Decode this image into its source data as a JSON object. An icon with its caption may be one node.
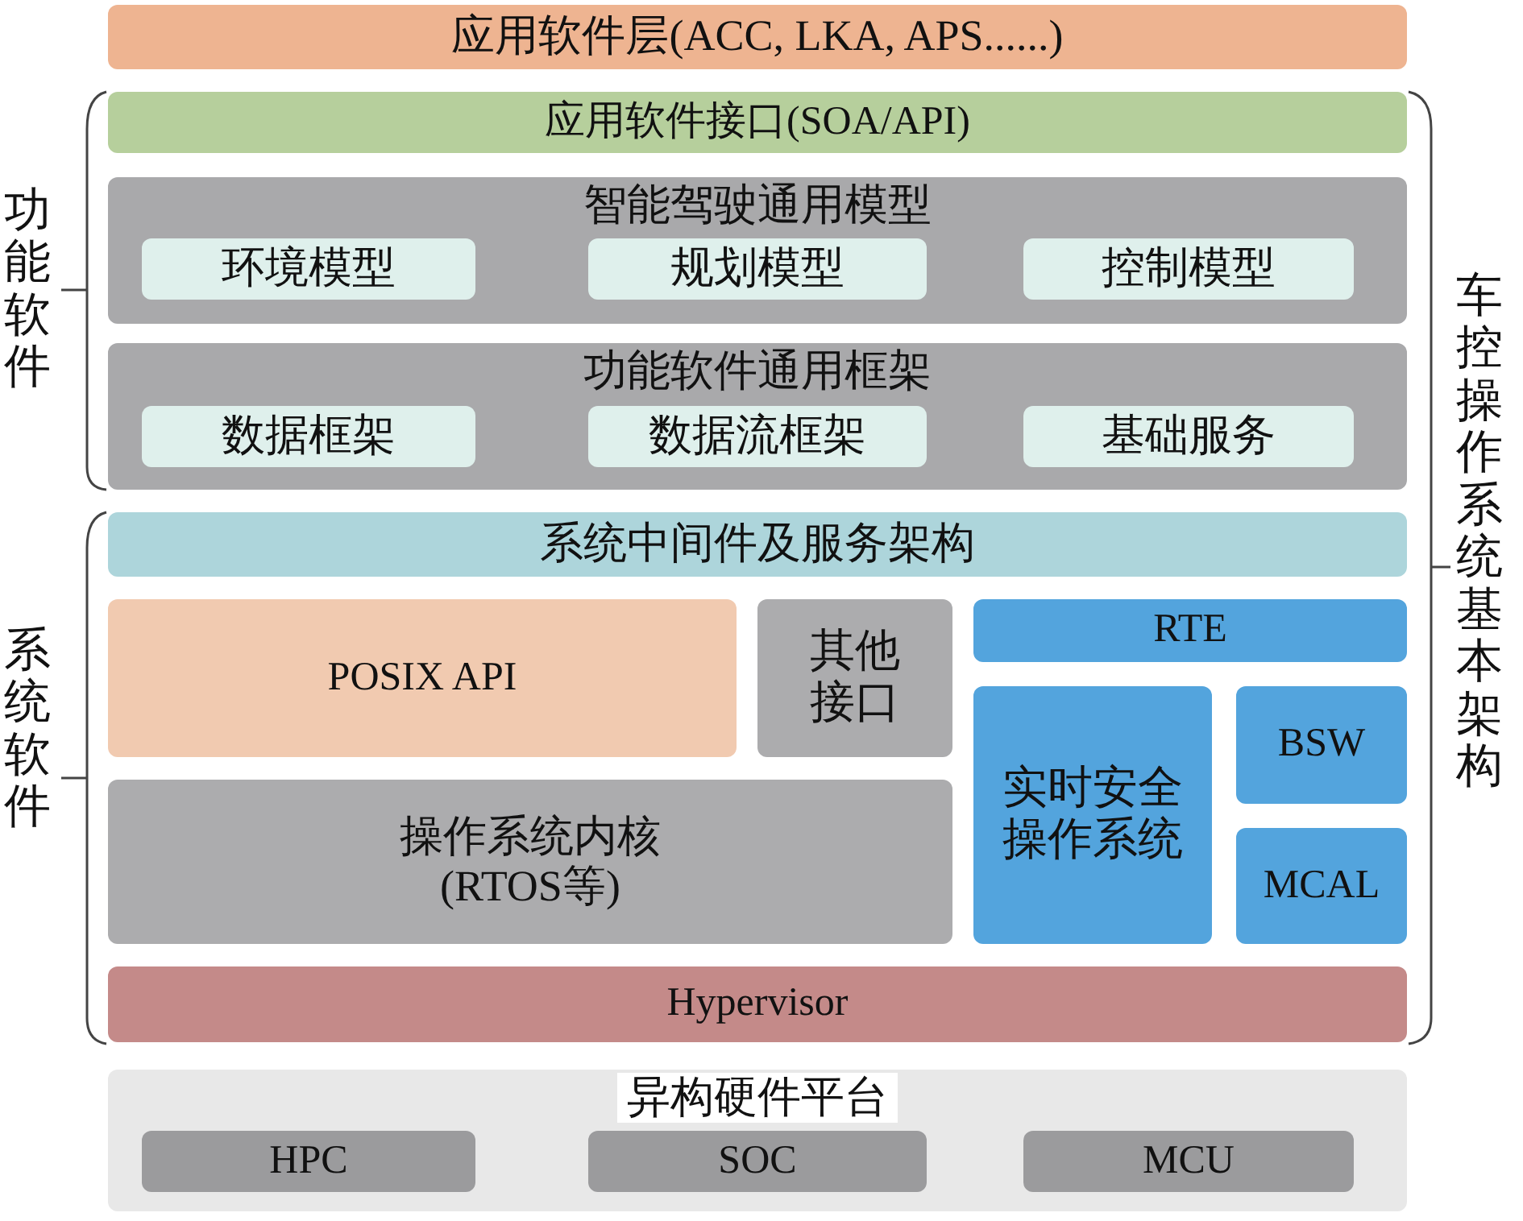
{
  "diagram": {
    "nodes": [
      {
        "text": [
          "应用软件层(ACC, LKA, APS......)"
        ]
      },
      {
        "text": [
          "应用软件接口(SOA/API)"
        ]
      },
      {
        "text": [
          "智能驾驶通用模型"
        ]
      },
      {
        "text": [
          "环境模型"
        ],
        "in": 2
      },
      {
        "text": [
          "规划模型"
        ],
        "in": 2
      },
      {
        "text": [
          "控制模型"
        ],
        "in": 2
      },
      {
        "text": [
          "功能软件通用框架"
        ]
      },
      {
        "text": [
          "数据框架"
        ],
        "in": 6
      },
      {
        "text": [
          "数据流框架"
        ],
        "in": 6
      },
      {
        "text": [
          "基础服务"
        ],
        "in": 6
      },
      {
        "text": [
          "系统中间件及服务架构"
        ]
      },
      {
        "text": [
          "POSIX API"
        ]
      },
      {
        "text": [
          "其他接口"
        ]
      },
      {
        "text": [
          "RTE"
        ]
      },
      {
        "text": [
          "操作系统内核",
          "(RTOS等)"
        ]
      },
      {
        "text": [
          "实时安全操作系统"
        ]
      },
      {
        "text": [
          "BSW"
        ]
      },
      {
        "text": [
          "MCAL"
        ]
      },
      {
        "text": [
          "Hypervisor"
        ]
      },
      {
        "text": [
          "异构硬件平台"
        ]
      },
      {
        "text": [
          "HPC"
        ],
        "in": 19
      },
      {
        "text": [
          "SOC"
        ],
        "in": 19
      },
      {
        "text": [
          "MCU"
        ],
        "in": 19
      }
    ],
    "labels": [
      "功能软件",
      "车控操作系统基本架构",
      "系统软件"
    ]
  }
}
